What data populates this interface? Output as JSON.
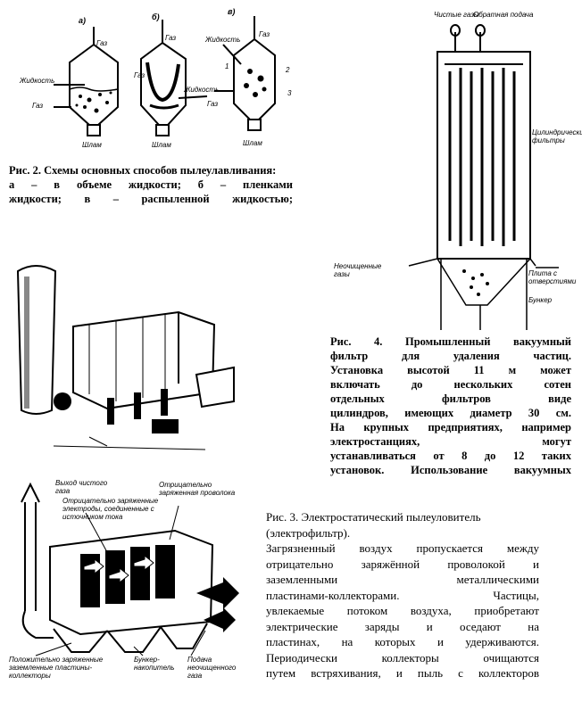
{
  "fig2": {
    "sub_a": "а)",
    "sub_b": "б)",
    "sub_v": "в)",
    "gas_out": "Газ",
    "liquid": "Жидкость",
    "gas_in": "Газ",
    "sludge": "Шлам",
    "num_1": "1",
    "num_2": "2",
    "num_3": "3",
    "caption_title": "Рис. 2. Схемы основных способов пылеулавливания:",
    "caption_line1": "а – в объеме жидкости; б – пленками",
    "caption_line2": "жидкости; в – распыленной жидкостью;"
  },
  "fig4": {
    "label_clean_gas": "Чистые газы",
    "label_reverse_feed": "Обратная подача",
    "label_cylinder_filters": "Цилиндрические фильтры",
    "label_dirty_gas": "Неочищенные газы",
    "label_plate": "Плита с отверстиями",
    "label_bunker": "Бункер",
    "caption_lines": [
      "Рис. 4. Промышленный вакуумный",
      "фильтр для удаления частиц.",
      "Установка высотой 11 м может",
      "включать до нескольких сотен",
      "отдельных фильтров виде",
      "цилиндров, имеющих диаметр 30 см.",
      "На крупных предприятиях, например",
      "электростанциях, могут",
      "устанавливаться от 8 до 12 таких",
      "установок. Использование вакуумных"
    ]
  },
  "fig3": {
    "label_clean_gas_out": "Выход чистого газа",
    "label_neg_electrodes": "Отрицательно заряженные электроды, соединенные с источником тока",
    "label_neg_wire": "Отрицательно заряженная проволока",
    "label_pos_plates": "Положительно заряженные заземленные пластины-коллекторы",
    "label_bunker_collector": "Бункер-накопитель",
    "label_dirty_gas_feed": "Подача неочищенного газа",
    "caption_title": "Рис. 3. Электростатический пылеуловитель (электрофильтр).",
    "caption_lines": [
      "Загрязненный воздух пропускается между",
      "отрицательно заряжённой проволокой и",
      "заземленными металлическими",
      "пластинами-коллекторами. Частицы,",
      "увлекаемые потоком воздуха, приобретают",
      "электрические заряды и оседают на",
      "пластинах, на которых и удерживаются.",
      "Периодически коллекторы очищаются",
      "путем встряхивания, и пыль с коллекторов"
    ]
  }
}
